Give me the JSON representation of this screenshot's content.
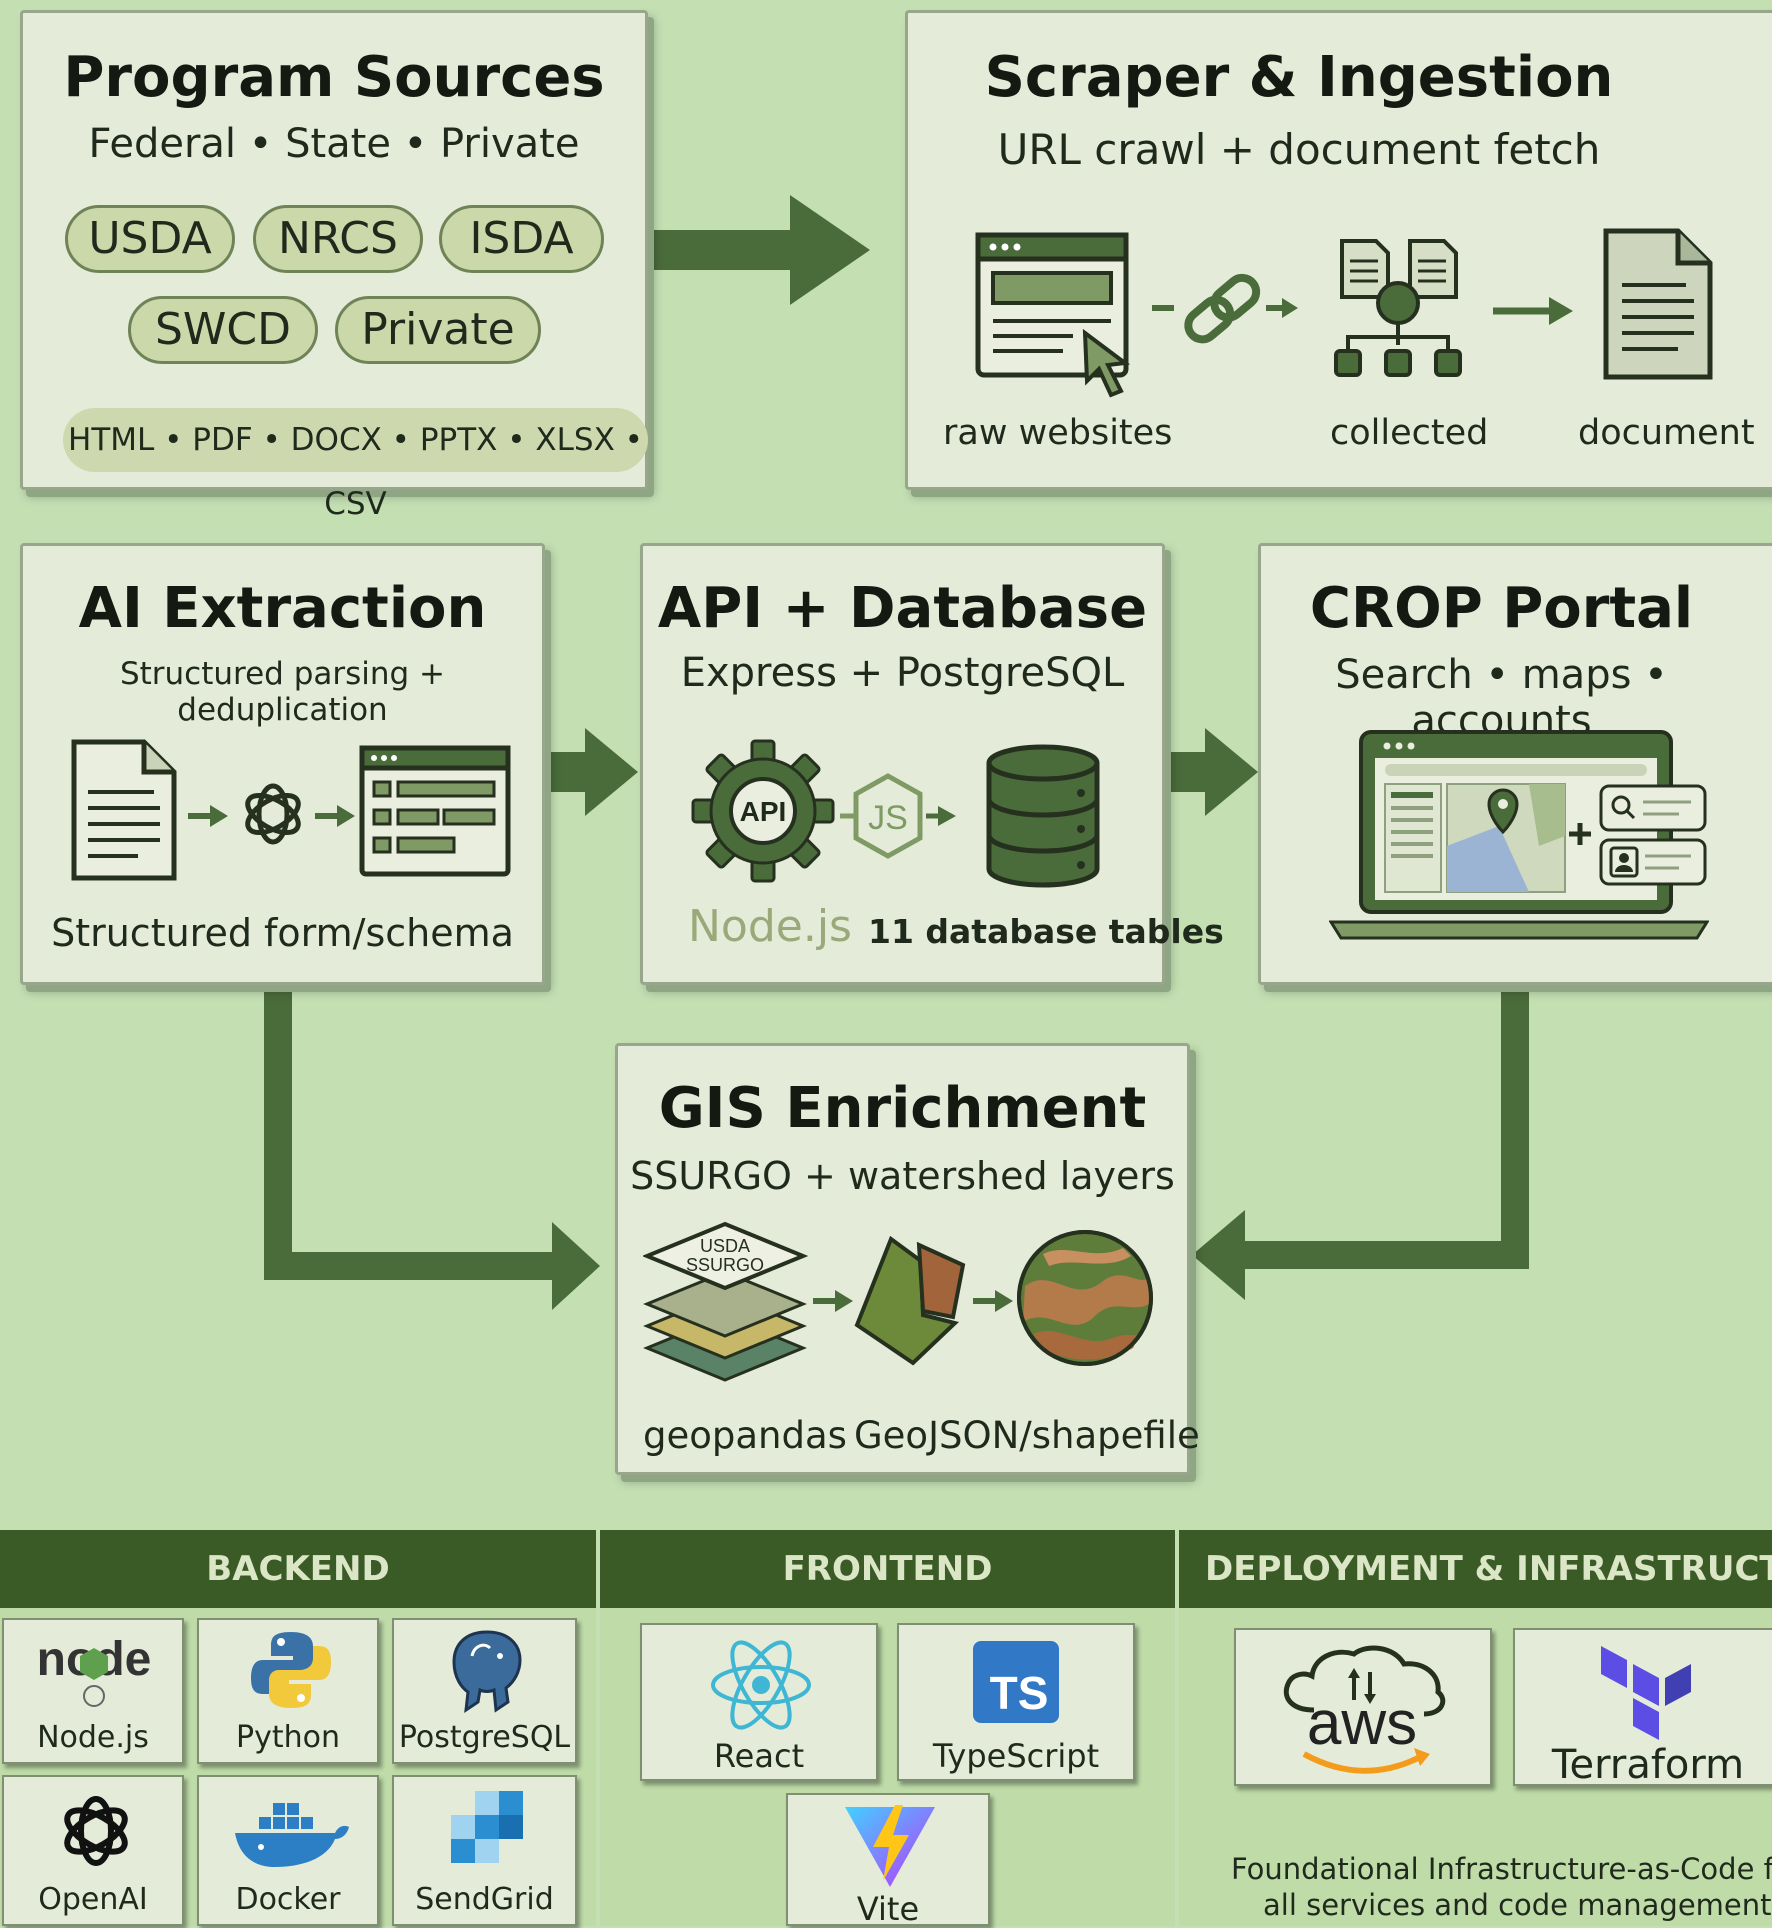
{
  "colors": {
    "background": "#c4e0b3",
    "box": "#e4ecd9",
    "arrow": "#4a6b3a",
    "header": "#3a5a26"
  },
  "program_sources": {
    "title": "Program Sources",
    "subtitle": "Federal • State • Private",
    "pills": [
      "USDA",
      "NRCS",
      "ISDA",
      "SWCD",
      "Private"
    ],
    "formats": "HTML • PDF • DOCX • PPTX • XLSX • CSV"
  },
  "scraper": {
    "title": "Scraper & Ingestion",
    "subtitle": "URL crawl + document fetch",
    "labels": {
      "raw": "raw websites",
      "collected": "collected",
      "document": "document"
    },
    "icons": [
      "browser-icon",
      "link-icon",
      "collected-docs-icon",
      "document-icon"
    ]
  },
  "ai_extraction": {
    "title": "AI Extraction",
    "subtitle": "Structured parsing + deduplication",
    "label": "Structured form/schema",
    "icons": [
      "document-icon",
      "openai-icon",
      "form-icon"
    ]
  },
  "api_database": {
    "title": "API + Database",
    "subtitle": "Express + PostgreSQL",
    "gear_text": "API",
    "nodejs_label": "Node.js",
    "tables_label": "11 database tables",
    "icons": [
      "api-gear-icon",
      "js-icon",
      "database-icon"
    ]
  },
  "crop_portal": {
    "title": "CROP Portal",
    "subtitle": "Search • maps • accounts",
    "icons": [
      "laptop-icon",
      "map-pin-icon",
      "search-icon",
      "user-icon"
    ]
  },
  "gis": {
    "title": "GIS Enrichment",
    "subtitle": "SSURGO + watershed layers",
    "ssurgo_text": [
      "USDA",
      "SSURGO"
    ],
    "labels": {
      "geopandas": "geopandas",
      "geojson": "GeoJSON/shapefile"
    },
    "icons": [
      "layers-icon",
      "polygon-icon",
      "globe-icon"
    ]
  },
  "tech_stack": {
    "backend": {
      "header": "BACKEND",
      "items": [
        "Node.js",
        "Python",
        "PostgreSQL",
        "OpenAI",
        "Docker",
        "SendGrid"
      ]
    },
    "frontend": {
      "header": "FRONTEND",
      "items": [
        "React",
        "TypeScript",
        "Vite"
      ]
    },
    "deployment": {
      "header": "DEPLOYMENT & INFRASTRUCTURE",
      "items": [
        "Terraform"
      ],
      "aws_logo_text": "aws",
      "ts_badge": "TS",
      "nodejs_logo_text": "node",
      "note": [
        "Foundational Infrastructure-as-Code for",
        "all services and code management."
      ]
    }
  }
}
